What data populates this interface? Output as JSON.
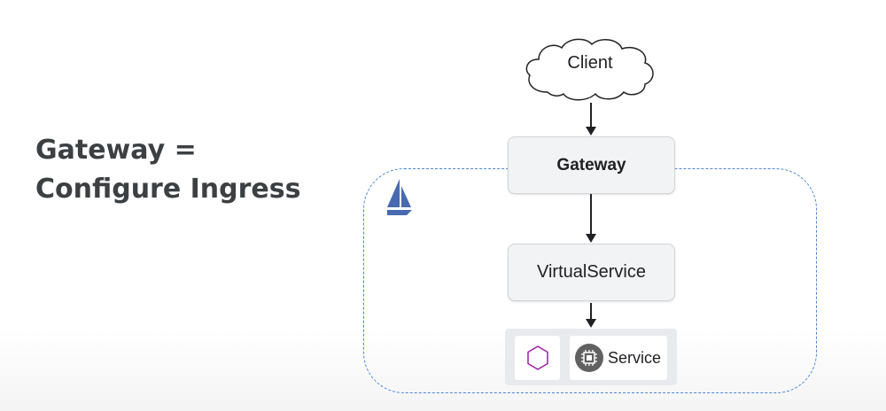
{
  "title": {
    "line1": "Gateway =",
    "line2": "Configure Ingress"
  },
  "diagram": {
    "client_label": "Client",
    "gateway_label": "Gateway",
    "virtualservice_label": "VirtualService",
    "service_label": "Service",
    "icons": {
      "mesh_logo": "istio-sail-icon",
      "pod": "hexagon-icon",
      "service": "chip-icon"
    },
    "colors": {
      "mesh_border": "#4a86d4",
      "logo": "#466bb0",
      "pod_outline": "#9b1fa0",
      "box_fill": "#f1f3f4",
      "text": "#202124"
    }
  }
}
